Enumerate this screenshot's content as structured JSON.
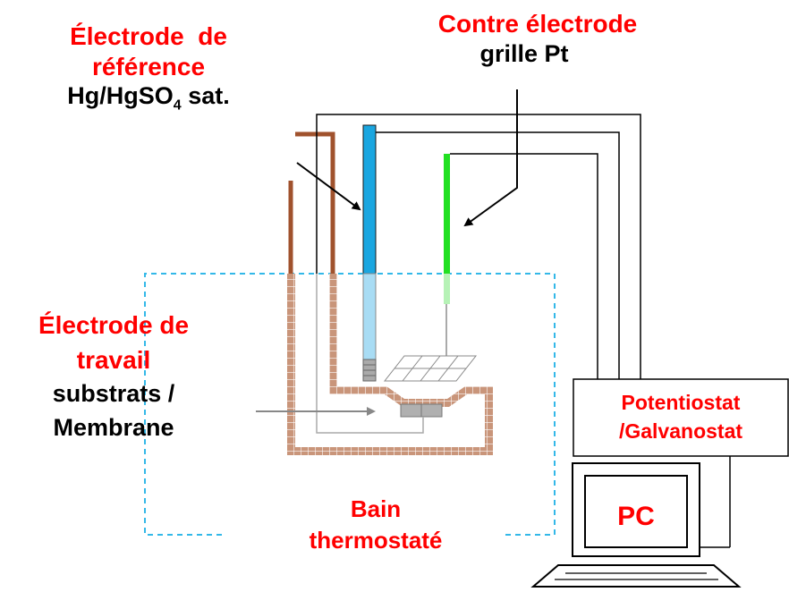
{
  "reference_electrode": {
    "line1": "Électrode  de",
    "line2": "référence",
    "line3_prefix": "Hg/HgSO",
    "line3_subscript": "4",
    "line3_suffix": " sat."
  },
  "counter_electrode": {
    "title": "Contre électrode",
    "subtitle": "grille Pt"
  },
  "working_electrode": {
    "line1": "Électrode de",
    "line2": "travail",
    "line3": "substrats /",
    "line4": "Membrane"
  },
  "bath": {
    "line1": "Bain",
    "line2": "thermostaté"
  },
  "potentiostat": {
    "line1": "Potentiostat",
    "line2": "/Galvanostat"
  },
  "computer": {
    "label": "PC"
  },
  "colors": {
    "label_red": "#ff0000",
    "label_black": "#000000",
    "reference_electrode_blue": "#1aa6e0",
    "counter_electrode_green": "#22e022",
    "cell_brown": "#a0522d",
    "bath_dashed": "#33b8e8"
  }
}
